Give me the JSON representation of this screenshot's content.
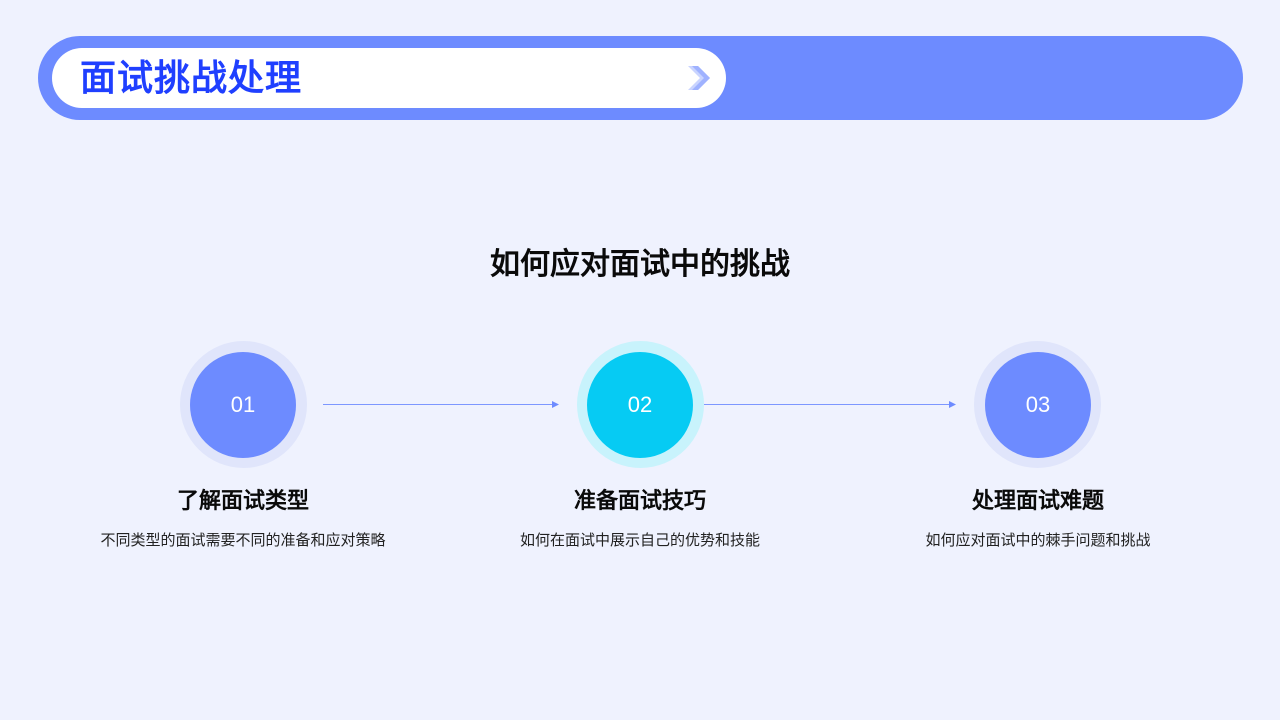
{
  "header": {
    "title": "面试挑战处理",
    "chevron_icon": "chevron-right-icon"
  },
  "section": {
    "heading": "如何应对面试中的挑战"
  },
  "steps": [
    {
      "number": "01",
      "title": "了解面试类型",
      "description": "不同类型的面试需要不同的准备和应对策略"
    },
    {
      "number": "02",
      "title": "准备面试技巧",
      "description": "如何在面试中展示自己的优势和技能"
    },
    {
      "number": "03",
      "title": "处理面试难题",
      "description": "如何应对面试中的棘手问题和挑战"
    }
  ],
  "colors": {
    "background": "#EFF2FE",
    "header_bar": "#6D8BFF",
    "title_blue": "#1F3FFF",
    "step_blue": "#6D8BFF",
    "step_blue_ring": "#E0E5FB",
    "step_cyan": "#06CBF3",
    "step_cyan_ring": "#C8F3FC",
    "connector": "#6D8BFF"
  }
}
